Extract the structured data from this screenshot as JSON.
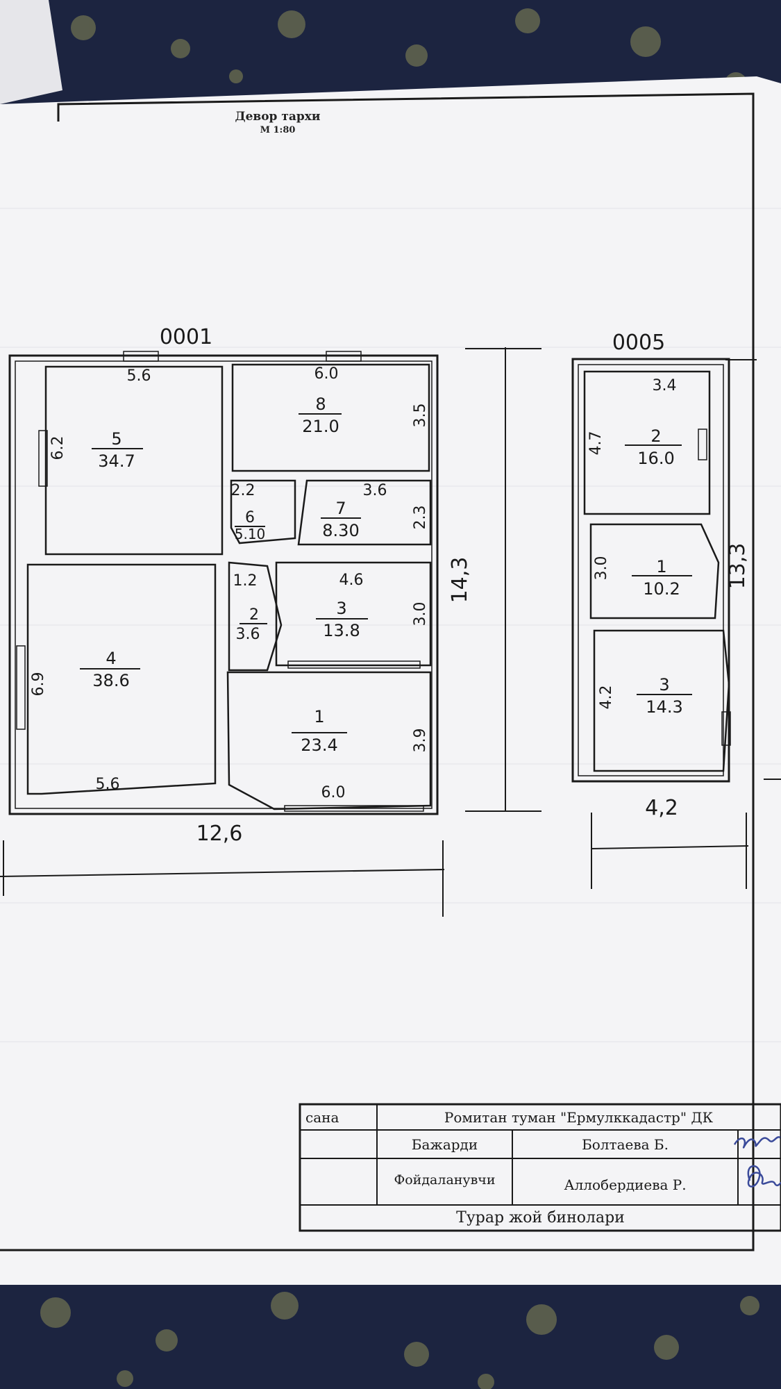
{
  "sheet": {
    "title": "Девор тархи",
    "scale": "М 1:80"
  },
  "plans": [
    {
      "id": "0001",
      "overall_width": "12,6",
      "overall_height": "14,3",
      "rooms": [
        {
          "number": "5",
          "area": "34.7",
          "dims": [
            "5.6",
            "6.2"
          ]
        },
        {
          "number": "8",
          "area": "21.0",
          "dims": [
            "6.0",
            "3.5"
          ]
        },
        {
          "number": "6",
          "area": "5.10",
          "dims": [
            "2.2"
          ]
        },
        {
          "number": "7",
          "area": "8.30",
          "dims": [
            "3.6",
            "2.3"
          ]
        },
        {
          "number": "2",
          "area": "3.6",
          "dims": [
            "1.2"
          ]
        },
        {
          "number": "3",
          "area": "13.8",
          "dims": [
            "4.6",
            "3.0"
          ]
        },
        {
          "number": "4",
          "area": "38.6",
          "dims": [
            "6.9",
            "5.6"
          ]
        },
        {
          "number": "1",
          "area": "23.4",
          "dims": [
            "3.9",
            "6.0"
          ]
        }
      ]
    },
    {
      "id": "0005",
      "overall_width": "4,2",
      "overall_height": "13,3",
      "rooms": [
        {
          "number": "2",
          "area": "16.0",
          "dims": [
            "3.4",
            "4.7"
          ]
        },
        {
          "number": "1",
          "area": "10.2",
          "dims": [
            "3.0"
          ]
        },
        {
          "number": "3",
          "area": "14.3",
          "dims": [
            "4.2"
          ]
        }
      ]
    }
  ],
  "title_block": {
    "date_label": "сана",
    "organization": "Ромитан туман \"Ермулккадастр\" ДК",
    "executor_label": "Бажарди",
    "executor_name": "Болтаева Б.",
    "user_label": "Фойдаланувчи",
    "user_name": "Аллобердиева Р.",
    "document_type": "Турар жой бинолари"
  },
  "colors": {
    "paper": "#f4f4f6",
    "ink": "#1a1a1a",
    "background": "#1c2440",
    "pattern": "#8a8a55",
    "signature": "#3a4a9a"
  }
}
